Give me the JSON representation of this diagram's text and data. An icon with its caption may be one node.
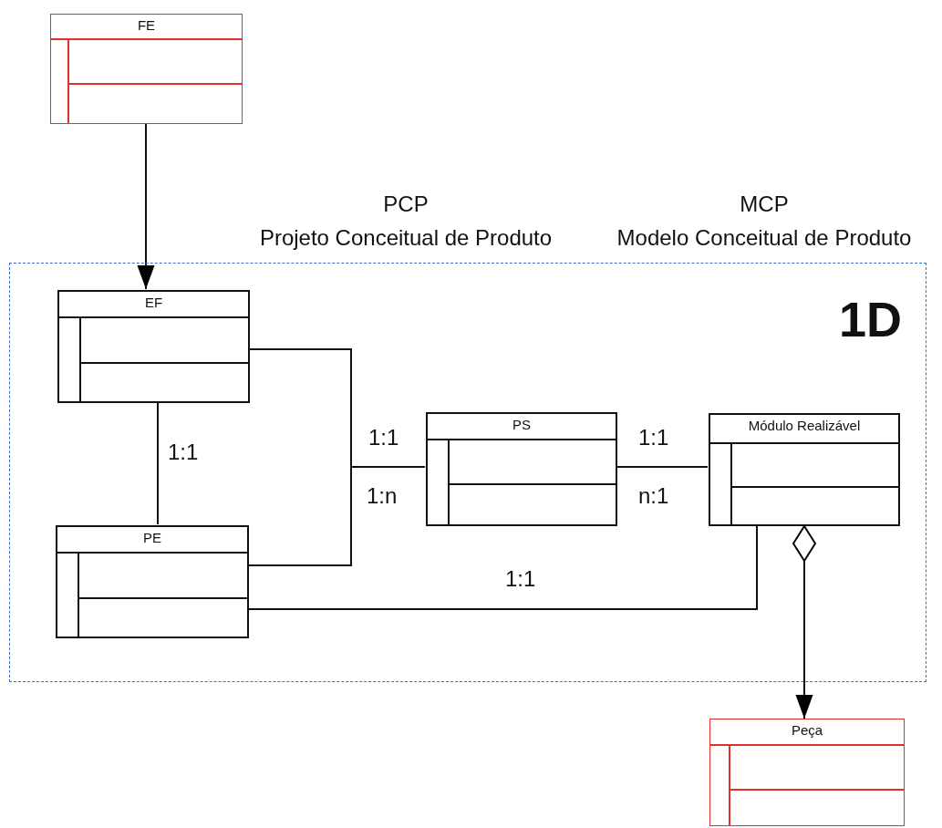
{
  "diagram": {
    "nodes": [
      {
        "text": [
          "FE"
        ]
      },
      {
        "text": [
          "1D"
        ]
      },
      {
        "text": [
          "EF"
        ],
        "in": 1
      },
      {
        "text": [
          "PE"
        ],
        "in": 1
      },
      {
        "text": [
          "PS"
        ],
        "in": 1
      },
      {
        "text": [
          "Módulo Realizável"
        ],
        "in": 1
      },
      {
        "text": [
          "Peça"
        ]
      }
    ],
    "edges": [
      {
        "from": 0,
        "to": 2,
        "arrow": "to"
      },
      {
        "from": 2,
        "to": 3,
        "arrow": "none",
        "label": "1:1"
      },
      {
        "from": 2,
        "to": 4,
        "arrow": "none",
        "label": "1:1"
      },
      {
        "from": 3,
        "to": 4,
        "arrow": "none",
        "label": "1:n"
      },
      {
        "from": 4,
        "to": 5,
        "arrow": "none",
        "label": "1:1"
      },
      {
        "from": 3,
        "to": 5,
        "arrow": "none",
        "label": "1:1"
      },
      {
        "from": 5,
        "to": 6,
        "arrow": "to"
      }
    ],
    "labels": [
      "PCP",
      "Projeto Conceitual de Produto",
      "MCP",
      "Modelo Conceitual de Produto",
      "n:1"
    ]
  }
}
